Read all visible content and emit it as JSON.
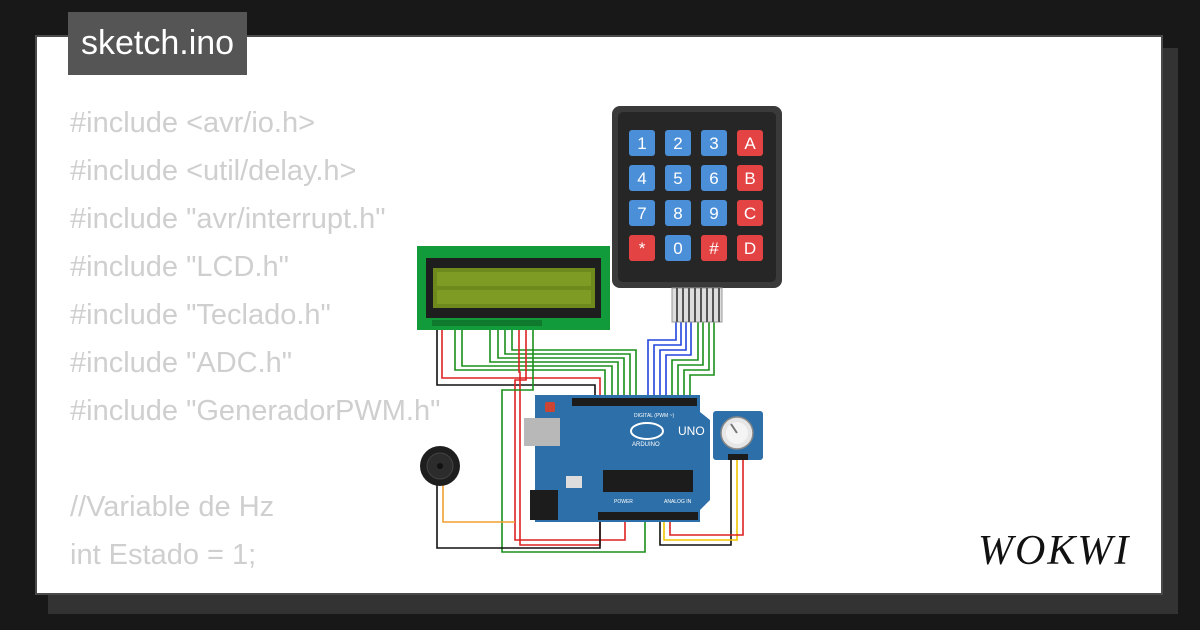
{
  "tab": {
    "filename": "sketch.ino"
  },
  "code_lines": [
    "#include <avr/io.h>",
    "#include <util/delay.h>",
    "#include \"avr/interrupt.h\"",
    "#include \"LCD.h\"",
    "#include \"Teclado.h\"",
    "#include \"ADC.h\"",
    "#include \"GeneradorPWM.h\"",
    "",
    "//Variable de Hz",
    "int Estado = 1;"
  ],
  "keypad": {
    "keys": [
      [
        "1",
        "2",
        "3",
        "A"
      ],
      [
        "4",
        "5",
        "6",
        "B"
      ],
      [
        "7",
        "8",
        "9",
        "C"
      ],
      [
        "*",
        "0",
        "#",
        "D"
      ]
    ],
    "colors": {
      "blue": "#4a8fd8",
      "red": "#e44343",
      "body": "#2b2b2b"
    }
  },
  "arduino": {
    "logo_text": "UNO",
    "brand": "ARDUINO",
    "digital_label": "DIGITAL (PWM ~)",
    "analog_label": "ANALOG IN",
    "power_label": "POWER",
    "board_color": "#2d6fa8"
  },
  "lcd": {
    "screen_color": "#6e8a1d",
    "pcb_color": "#129b3a"
  },
  "logo": {
    "text": "WOKWI"
  },
  "colors": {
    "background": "#181818",
    "card": "#ffffff",
    "tab": "#555555",
    "code_text": "#cfcfcf"
  }
}
